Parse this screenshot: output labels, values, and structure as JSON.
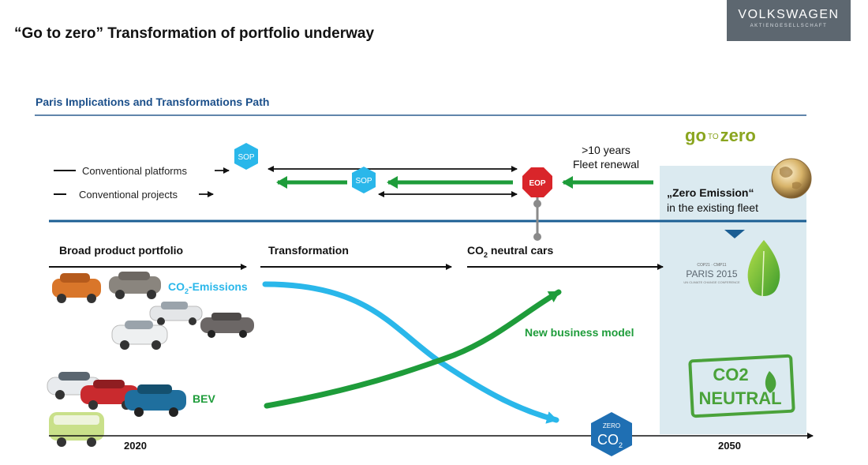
{
  "page": {
    "title": "“Go to zero” Transformation of portfolio underway",
    "subtitle": "Paris Implications and Transformations Path"
  },
  "logo": {
    "brand": "VOLKSWAGEN",
    "sub": "AKTIENGESELLSCHAFT"
  },
  "colors": {
    "navy": "#1b4f8a",
    "green": "#1e9c3a",
    "cyan": "#2ab7ea",
    "red": "#d9252a",
    "panel": "#dbeaf0",
    "logo_bg": "#5d6770"
  },
  "timeline": {
    "conventional_platforms": "Conventional platforms",
    "conventional_projects": "Conventional projects",
    "sop_label": "SOP",
    "eop_label": "EOP",
    "fleet_renewal_line1": ">10 years",
    "fleet_renewal_line2": "Fleet renewal"
  },
  "goal": {
    "go_to_zero_go": "go",
    "go_to_zero_to": "TO",
    "go_to_zero_zero": "zero",
    "zero_emission_line1": "„Zero Emission“",
    "zero_emission_line2": "in the existing fleet"
  },
  "phases": {
    "broad": "Broad product portfolio",
    "transformation": "Transformation",
    "co2_neutral_prefix": "CO",
    "co2_neutral_sub": "2",
    "co2_neutral_suffix": " neutral cars"
  },
  "curves": {
    "co2_emissions_prefix": "CO",
    "co2_emissions_sub": "2",
    "co2_emissions_suffix": "-Emissions",
    "new_business_model": "New business model",
    "bev": "BEV"
  },
  "axis": {
    "start": "2020",
    "end": "2050"
  },
  "badges": {
    "zero_co2_top": "ZERO",
    "zero_co2_main": "CO",
    "zero_co2_sub": "2",
    "paris_small": "COP21 · CMP11",
    "paris_main": "PARIS 2015",
    "paris_fine": "UN CLIMATE CHANGE CONFERENCE",
    "neutral_line1": "CO2",
    "neutral_line2": "NEUTRAL"
  }
}
